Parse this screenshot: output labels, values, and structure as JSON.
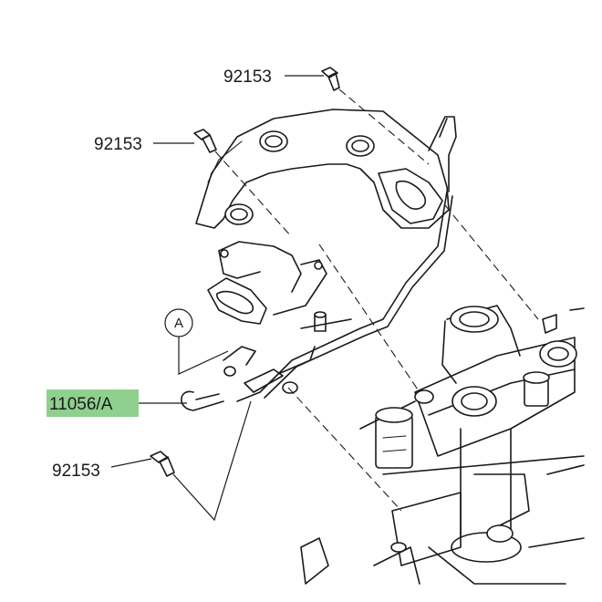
{
  "diagram": {
    "callouts": [
      {
        "id": "bolt-top",
        "text": "92153"
      },
      {
        "id": "bolt-left-upper",
        "text": "92153"
      },
      {
        "id": "bolt-lower",
        "text": "92153"
      },
      {
        "id": "bracket",
        "text": "11056/A"
      }
    ],
    "reference_marker": {
      "letter": "A"
    },
    "highlight_color": "#8fd08f"
  }
}
